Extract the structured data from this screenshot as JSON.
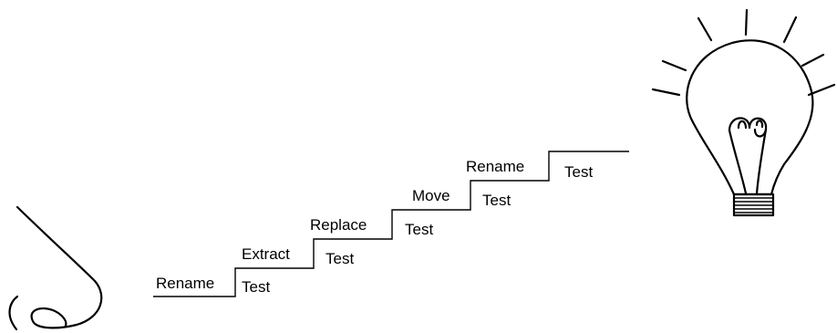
{
  "diagram": {
    "steps": [
      {
        "action": "Rename",
        "check": "Test"
      },
      {
        "action": "Extract",
        "check": "Test"
      },
      {
        "action": "Replace",
        "check": "Test"
      },
      {
        "action": "Move",
        "check": "Test"
      },
      {
        "action": "Rename",
        "check": "Test"
      }
    ]
  },
  "icons": {
    "start": "nose-icon",
    "goal": "light-bulb-icon"
  }
}
